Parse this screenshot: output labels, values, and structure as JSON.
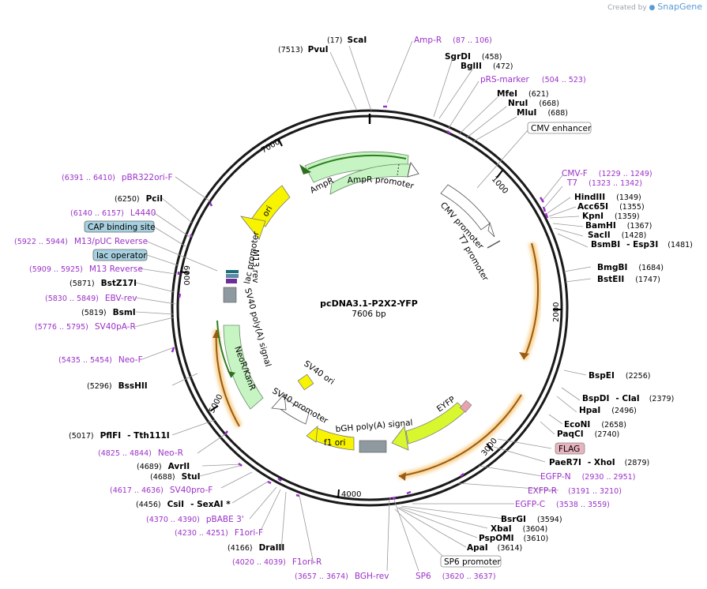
{
  "watermark": {
    "prefix": "Created by",
    "brand": "SnapGene"
  },
  "plasmid": {
    "name": "pcDNA3.1-P2X2-YFP",
    "length_label": "7606 bp"
  },
  "ticks": [
    "1000",
    "2000",
    "3000",
    "4000",
    "5000",
    "6000",
    "7000"
  ],
  "features": {
    "ampr": "AmpR",
    "ampr_promoter": "AmpR promoter",
    "ori": "ori",
    "cmv_promoter": "CMV promoter",
    "t7_promoter": "T7 promoter",
    "lac_promoter": "lac promoter",
    "m13_rev": "M13 rev",
    "sv40_polya": "SV40 poly(A) signal",
    "neor": "NeoR/KanR",
    "sv40_ori": "SV40 ori",
    "sv40_promoter": "SV40 promoter",
    "f1_ori": "f1 ori",
    "bgh_polya": "bGH poly(A) signal",
    "eyfp": "EYFP"
  },
  "sites": [
    {
      "pos": "(17)",
      "name": "ScaI"
    },
    {
      "pos": "(7513)",
      "name": "PvuI"
    },
    {
      "name": "Amp-R",
      "range": "(87 .. 106)"
    },
    {
      "name": "SgrDI",
      "pos": "(458)"
    },
    {
      "name": "BglII",
      "pos": "(472)"
    },
    {
      "name": "pRS-marker",
      "range": "(504 .. 523)"
    },
    {
      "name": "MfeI",
      "pos": "(621)"
    },
    {
      "name": "NruI",
      "pos": "(668)"
    },
    {
      "name": "MluI",
      "pos": "(688)"
    },
    {
      "name": "CMV enhancer"
    },
    {
      "name": "CMV-F",
      "range": "(1229 .. 1249)"
    },
    {
      "name": "T7",
      "range": "(1323 .. 1342)"
    },
    {
      "name": "HindIII",
      "pos": "(1349)"
    },
    {
      "name": "Acc65I",
      "pos": "(1355)"
    },
    {
      "name": "KpnI",
      "pos": "(1359)"
    },
    {
      "name": "BamHI",
      "pos": "(1367)"
    },
    {
      "name": "SacII",
      "pos": "(1428)"
    },
    {
      "name": "BsmBI",
      "name2": "- Esp3I",
      "pos": "(1481)"
    },
    {
      "name": "BmgBI",
      "pos": "(1684)"
    },
    {
      "name": "BstEII",
      "pos": "(1747)"
    },
    {
      "name": "BspEI",
      "pos": "(2256)"
    },
    {
      "name": "BspDI",
      "name2": "- ClaI",
      "pos": "(2379)"
    },
    {
      "name": "HpaI",
      "pos": "(2496)"
    },
    {
      "name": "EcoNI",
      "pos": "(2658)"
    },
    {
      "name": "PaqCI",
      "pos": "(2740)"
    },
    {
      "name": "FLAG"
    },
    {
      "name": "PaeR7I",
      "name2": "- XhoI",
      "pos": "(2879)"
    },
    {
      "name": "EGFP-N",
      "range": "(2930 .. 2951)"
    },
    {
      "name": "EXFP-R",
      "range": "(3191 .. 3210)"
    },
    {
      "name": "EGFP-C",
      "range": "(3538 .. 3559)"
    },
    {
      "name": "BsrGI",
      "pos": "(3594)"
    },
    {
      "name": "XbaI",
      "pos": "(3604)"
    },
    {
      "name": "PspOMI",
      "pos": "(3610)"
    },
    {
      "name": "ApaI",
      "pos": "(3614)"
    },
    {
      "name": "SP6 promoter"
    },
    {
      "name": "SP6",
      "range": "(3620 .. 3637)"
    },
    {
      "name": "BGH-rev",
      "range": "(3657 .. 3674)"
    },
    {
      "name": "F1ori-R",
      "range": "(4020 .. 4039)"
    },
    {
      "pos": "(4166)",
      "name": "DraIII"
    },
    {
      "range": "(4230 .. 4251)",
      "name": "F1ori-F"
    },
    {
      "range": "(4370 .. 4390)",
      "name": "pBABE 3'"
    },
    {
      "pos": "(4456)",
      "name": "CsiI",
      "name2": "- SexAI *"
    },
    {
      "range": "(4617 .. 4636)",
      "name": "SV40pro-F"
    },
    {
      "pos": "(4688)",
      "name": "StuI"
    },
    {
      "pos": "(4689)",
      "name": "AvrII"
    },
    {
      "range": "(4825 .. 4844)",
      "name": "Neo-R"
    },
    {
      "pos": "(5017)",
      "name": "PflFI",
      "name2": "- Tth111I"
    },
    {
      "pos": "(5296)",
      "name": "BssHII"
    },
    {
      "range": "(5435 .. 5454)",
      "name": "Neo-F"
    },
    {
      "range": "(5776 .. 5795)",
      "name": "SV40pA-R"
    },
    {
      "pos": "(5819)",
      "name": "BsmI"
    },
    {
      "range": "(5830 .. 5849)",
      "name": "EBV-rev"
    },
    {
      "pos": "(5871)",
      "name": "BstZ17I"
    },
    {
      "range": "(5909 .. 5925)",
      "name": "M13 Reverse"
    },
    {
      "name": "lac operator"
    },
    {
      "range": "(5922 .. 5944)",
      "name": "M13/pUC Reverse"
    },
    {
      "name": "CAP binding site"
    },
    {
      "range": "(6140 .. 6157)",
      "name": "L4440"
    },
    {
      "pos": "(6250)",
      "name": "PciI"
    },
    {
      "range": "(6391 .. 6410)",
      "name": "pBR322ori-F"
    }
  ]
}
